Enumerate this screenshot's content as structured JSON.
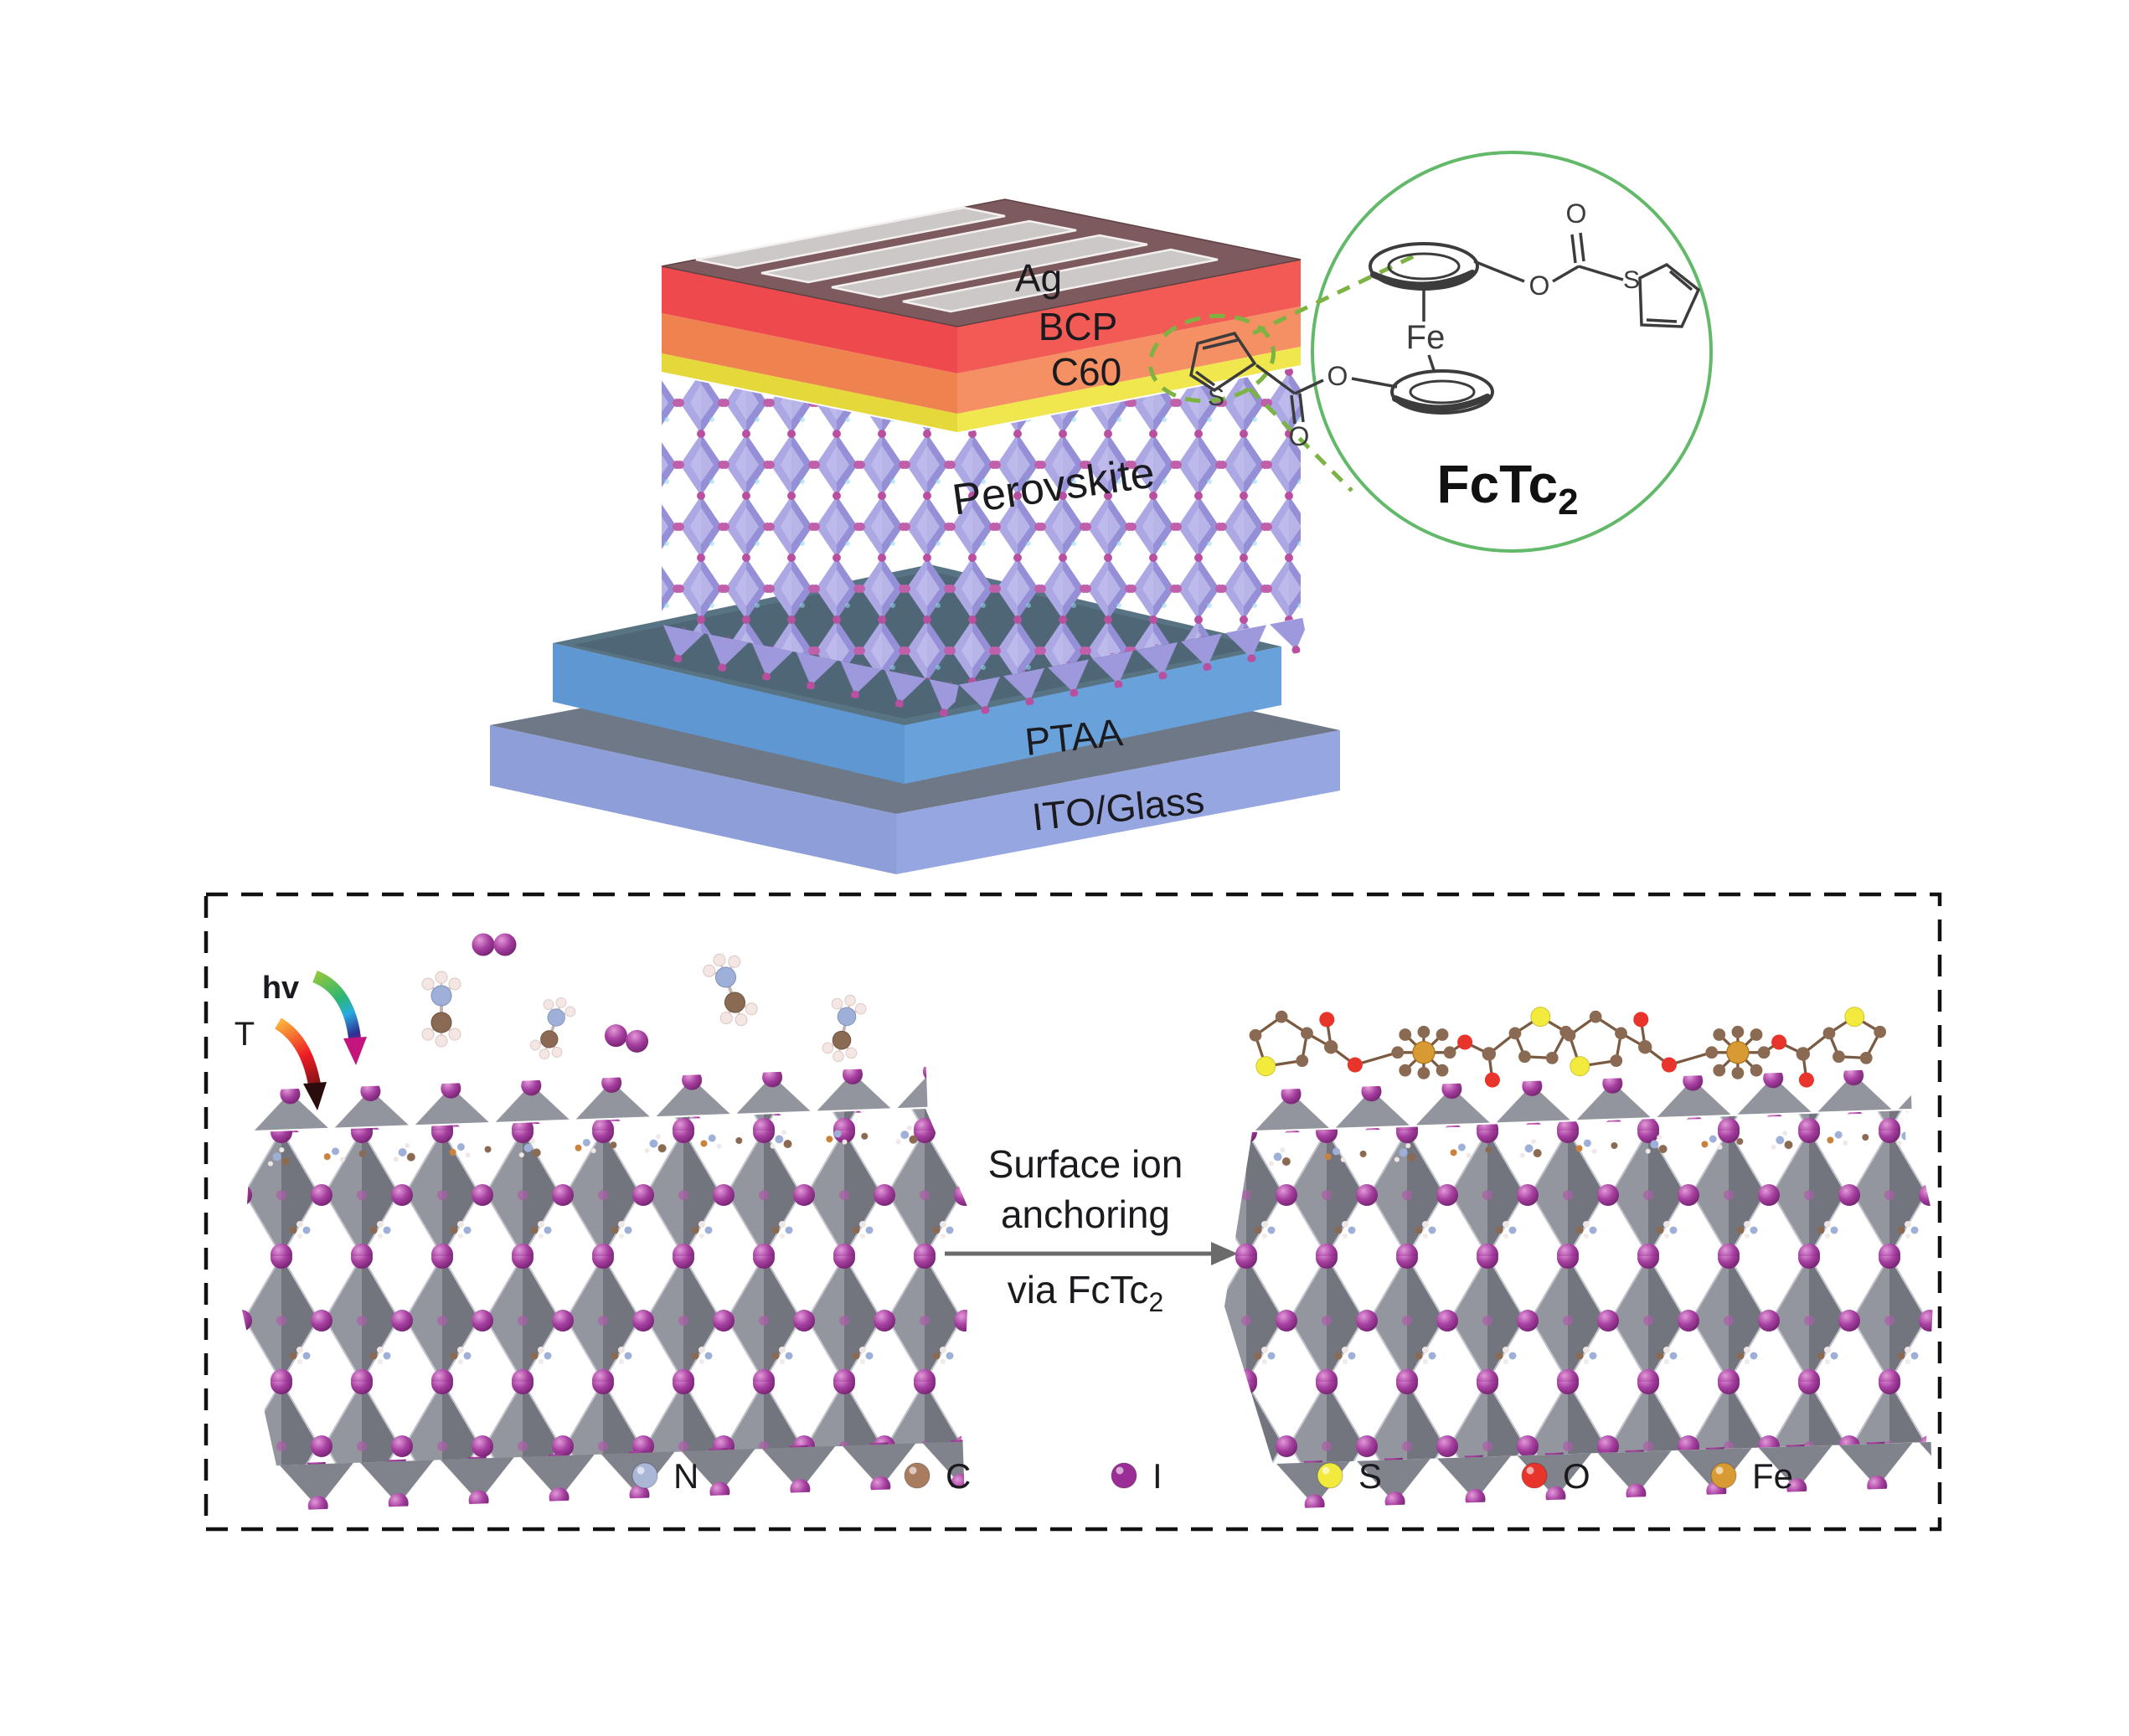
{
  "device": {
    "ag_label": "Ag",
    "bcp_label": "BCP",
    "c60_label": "C60",
    "perovskite_label": "Perovskite",
    "ptaa_label": "PTAA",
    "ito_label": "ITO/Glass",
    "colors": {
      "ag_top": "#7d5a5d",
      "ag_bar": "#ccc8c8",
      "bcp_red": "#ee4a4e",
      "c60_orange": "#ef8350",
      "interlayer_yellow": "#e8dc40",
      "perovskite_purple": "#aba8e4",
      "ptaa_blue": "#5e97d2",
      "ito_glass_lavender": "#93a3dc"
    }
  },
  "molecule_inset": {
    "name_main": "FcTc",
    "name_sub": "2",
    "fe": "Fe",
    "o": "O",
    "s": "S",
    "circle_color": "#63b96a"
  },
  "panel": {
    "stimulus_light": "hv",
    "stimulus_temp": "T",
    "reaction_line1": "Surface ion",
    "reaction_line2": "anchoring",
    "reaction_via_pre": "via FcTc",
    "reaction_via_sub": "2",
    "legend": [
      {
        "label": "N",
        "color": "#aab7d7"
      },
      {
        "label": "C",
        "color": "#a97c5f"
      },
      {
        "label": "I",
        "color": "#9a2d96"
      },
      {
        "label": "S",
        "color": "#f2ea3d"
      },
      {
        "label": "O",
        "color": "#e8342a"
      },
      {
        "label": "Fe",
        "color": "#d89a33"
      }
    ]
  }
}
